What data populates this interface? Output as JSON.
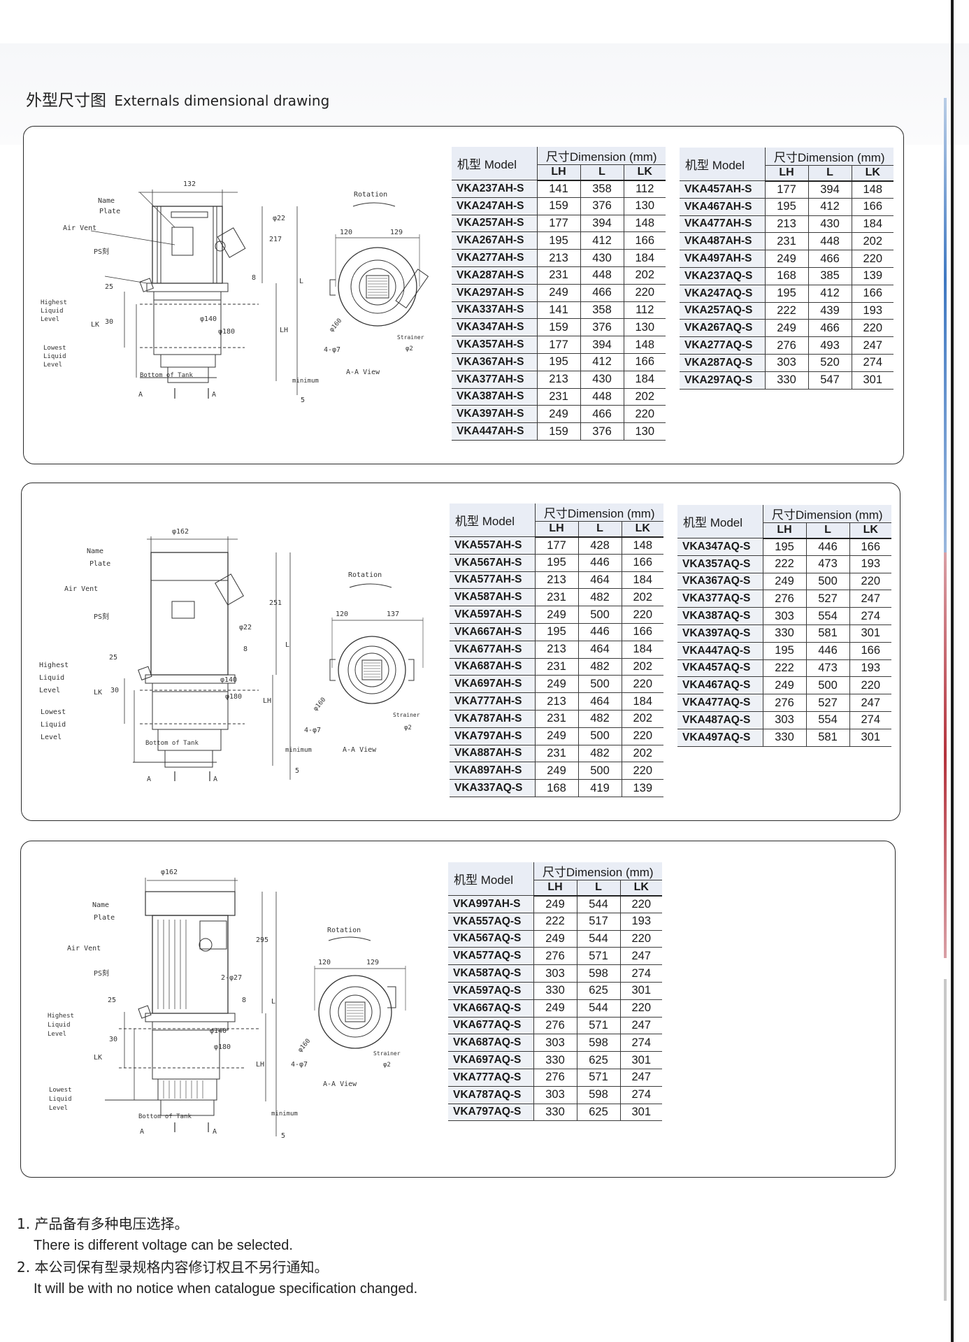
{
  "page": {
    "title_cn": "外型尺寸图",
    "title_en": "Externals dimensional drawing"
  },
  "table_header": {
    "model": "机型 Model",
    "dimension": "尺寸Dimension (mm)",
    "lh": "LH",
    "l": "L",
    "lk": "LK"
  },
  "drawing_labels": {
    "name_plate_1": "Name",
    "name_plate_2": "Plate",
    "air_vent": "Air Vent",
    "ps": "PS刻",
    "highest_1": "Highest",
    "highest_2": "Liquid",
    "highest_3": "Level",
    "lowest_1": "Lowest",
    "lowest_2": "Liquid",
    "lowest_3": "Level",
    "bottom": "Bottom of Tank",
    "rotation": "Rotation",
    "aa_view": "A-A View",
    "strainer": "Strainer",
    "minimum": "minimum",
    "lk": "LK",
    "lh": "LH",
    "l": "L",
    "a": "A",
    "dim_25": "25",
    "dim_30": "30",
    "dim_8": "8",
    "dim_5": "5",
    "dim_120": "120",
    "phi140": "φ140",
    "phi180": "φ180",
    "phi160": "φ160",
    "phi2": "φ2",
    "four_phi7": "4-φ7"
  },
  "drawings": [
    {
      "width_dim": "132",
      "height_dim": "217",
      "outlet": "φ22",
      "right_dim": "129"
    },
    {
      "width_dim": "φ162",
      "height_dim": "251",
      "outlet": "φ22",
      "right_dim": "137"
    },
    {
      "width_dim": "φ162",
      "height_dim": "295",
      "outlet": "2-φ27",
      "right_dim": "129"
    }
  ],
  "tables": {
    "t1a": [
      [
        "VKA237AH-S",
        "141",
        "358",
        "112"
      ],
      [
        "VKA247AH-S",
        "159",
        "376",
        "130"
      ],
      [
        "VKA257AH-S",
        "177",
        "394",
        "148"
      ],
      [
        "VKA267AH-S",
        "195",
        "412",
        "166"
      ],
      [
        "VKA277AH-S",
        "213",
        "430",
        "184"
      ],
      [
        "VKA287AH-S",
        "231",
        "448",
        "202"
      ],
      [
        "VKA297AH-S",
        "249",
        "466",
        "220"
      ],
      [
        "VKA337AH-S",
        "141",
        "358",
        "112"
      ],
      [
        "VKA347AH-S",
        "159",
        "376",
        "130"
      ],
      [
        "VKA357AH-S",
        "177",
        "394",
        "148"
      ],
      [
        "VKA367AH-S",
        "195",
        "412",
        "166"
      ],
      [
        "VKA377AH-S",
        "213",
        "430",
        "184"
      ],
      [
        "VKA387AH-S",
        "231",
        "448",
        "202"
      ],
      [
        "VKA397AH-S",
        "249",
        "466",
        "220"
      ],
      [
        "VKA447AH-S",
        "159",
        "376",
        "130"
      ]
    ],
    "t1b": [
      [
        "VKA457AH-S",
        "177",
        "394",
        "148"
      ],
      [
        "VKA467AH-S",
        "195",
        "412",
        "166"
      ],
      [
        "VKA477AH-S",
        "213",
        "430",
        "184"
      ],
      [
        "VKA487AH-S",
        "231",
        "448",
        "202"
      ],
      [
        "VKA497AH-S",
        "249",
        "466",
        "220"
      ],
      [
        "VKA237AQ-S",
        "168",
        "385",
        "139"
      ],
      [
        "VKA247AQ-S",
        "195",
        "412",
        "166"
      ],
      [
        "VKA257AQ-S",
        "222",
        "439",
        "193"
      ],
      [
        "VKA267AQ-S",
        "249",
        "466",
        "220"
      ],
      [
        "VKA277AQ-S",
        "276",
        "493",
        "247"
      ],
      [
        "VKA287AQ-S",
        "303",
        "520",
        "274"
      ],
      [
        "VKA297AQ-S",
        "330",
        "547",
        "301"
      ]
    ],
    "t2a": [
      [
        "VKA557AH-S",
        "177",
        "428",
        "148"
      ],
      [
        "VKA567AH-S",
        "195",
        "446",
        "166"
      ],
      [
        "VKA577AH-S",
        "213",
        "464",
        "184"
      ],
      [
        "VKA587AH-S",
        "231",
        "482",
        "202"
      ],
      [
        "VKA597AH-S",
        "249",
        "500",
        "220"
      ],
      [
        "VKA667AH-S",
        "195",
        "446",
        "166"
      ],
      [
        "VKA677AH-S",
        "213",
        "464",
        "184"
      ],
      [
        "VKA687AH-S",
        "231",
        "482",
        "202"
      ],
      [
        "VKA697AH-S",
        "249",
        "500",
        "220"
      ],
      [
        "VKA777AH-S",
        "213",
        "464",
        "184"
      ],
      [
        "VKA787AH-S",
        "231",
        "482",
        "202"
      ],
      [
        "VKA797AH-S",
        "249",
        "500",
        "220"
      ],
      [
        "VKA887AH-S",
        "231",
        "482",
        "202"
      ],
      [
        "VKA897AH-S",
        "249",
        "500",
        "220"
      ],
      [
        "VKA337AQ-S",
        "168",
        "419",
        "139"
      ]
    ],
    "t2b": [
      [
        "VKA347AQ-S",
        "195",
        "446",
        "166"
      ],
      [
        "VKA357AQ-S",
        "222",
        "473",
        "193"
      ],
      [
        "VKA367AQ-S",
        "249",
        "500",
        "220"
      ],
      [
        "VKA377AQ-S",
        "276",
        "527",
        "247"
      ],
      [
        "VKA387AQ-S",
        "303",
        "554",
        "274"
      ],
      [
        "VKA397AQ-S",
        "330",
        "581",
        "301"
      ],
      [
        "VKA447AQ-S",
        "195",
        "446",
        "166"
      ],
      [
        "VKA457AQ-S",
        "222",
        "473",
        "193"
      ],
      [
        "VKA467AQ-S",
        "249",
        "500",
        "220"
      ],
      [
        "VKA477AQ-S",
        "276",
        "527",
        "247"
      ],
      [
        "VKA487AQ-S",
        "303",
        "554",
        "274"
      ],
      [
        "VKA497AQ-S",
        "330",
        "581",
        "301"
      ]
    ],
    "t3a": [
      [
        "VKA997AH-S",
        "249",
        "544",
        "220"
      ],
      [
        "VKA557AQ-S",
        "222",
        "517",
        "193"
      ],
      [
        "VKA567AQ-S",
        "249",
        "544",
        "220"
      ],
      [
        "VKA577AQ-S",
        "276",
        "571",
        "247"
      ],
      [
        "VKA587AQ-S",
        "303",
        "598",
        "274"
      ],
      [
        "VKA597AQ-S",
        "330",
        "625",
        "301"
      ],
      [
        "VKA667AQ-S",
        "249",
        "544",
        "220"
      ],
      [
        "VKA677AQ-S",
        "276",
        "571",
        "247"
      ],
      [
        "VKA687AQ-S",
        "303",
        "598",
        "274"
      ],
      [
        "VKA697AQ-S",
        "330",
        "625",
        "301"
      ],
      [
        "VKA777AQ-S",
        "276",
        "571",
        "247"
      ],
      [
        "VKA787AQ-S",
        "303",
        "598",
        "274"
      ],
      [
        "VKA797AQ-S",
        "330",
        "625",
        "301"
      ]
    ]
  },
  "notes": [
    {
      "cn": "1. 产品备有多种电压选择。",
      "en": "There is different voltage can be selected."
    },
    {
      "cn": "2. 本公司保有型录规格内容修订权且不另行通知。",
      "en": "It will be with no notice when catalogue specification changed."
    }
  ]
}
